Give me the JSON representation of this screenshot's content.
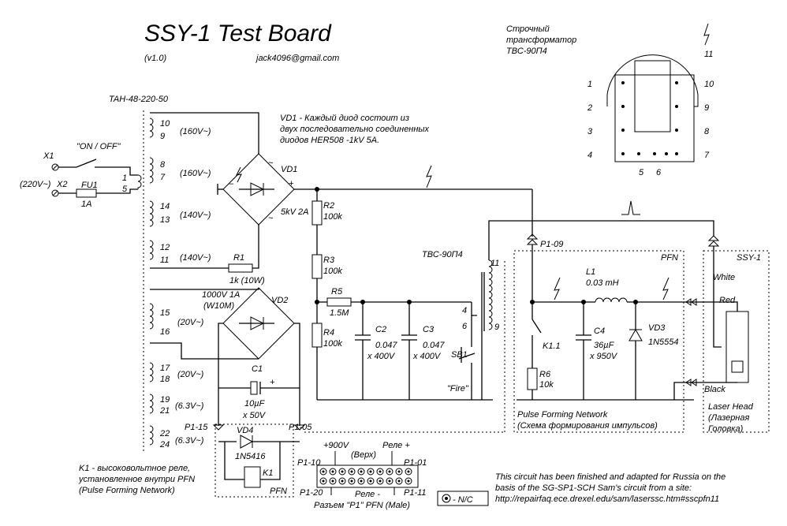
{
  "title": "SSY-1 Test Board",
  "version": "(v1.0)",
  "email": "jack4096@gmail.com",
  "transformer_main": "TAH-48-220-50",
  "vd1_note": [
    "VD1 - Каждый диод состоит из",
    "двух последовательно соединенных",
    "диодов HER508 -1kV 5A."
  ],
  "line_transformer": [
    "Строчный",
    "трансформатор",
    "ТВС-90П4"
  ],
  "tvs_pins": {
    "left": [
      "1",
      "2",
      "3",
      "4"
    ],
    "right": [
      "10",
      "9",
      "8",
      "7"
    ],
    "bottom": [
      "5",
      "6"
    ],
    "top": "11"
  },
  "switch_label": "\"ON / OFF\"",
  "x1": "X1",
  "x2": "X2",
  "mains": "(220V~)",
  "fu1": "FU1",
  "fu1_value": "1A",
  "primary_pins": [
    "1",
    "5"
  ],
  "secondary": {
    "pins": [
      "10",
      "9",
      "8",
      "7",
      "14",
      "13",
      "12",
      "11",
      "15",
      "16",
      "17",
      "18",
      "19",
      "21",
      "22",
      "24"
    ],
    "voltages": [
      "(160V~)",
      "(160V~)",
      "(140V~)",
      "(140V~)",
      "(20V~)",
      "(20V~)",
      "(6.3V~)",
      "(6.3V~)"
    ]
  },
  "vd1": {
    "name": "VD1",
    "rating": "5kV 2A",
    "minus": "–",
    "plus": "+",
    "ac": "~"
  },
  "r1": {
    "name": "R1",
    "value": "1k (10W)"
  },
  "vd2": {
    "name": "VD2",
    "rating": [
      "1000V 1A",
      "(W10M)"
    ]
  },
  "c1": {
    "name": "C1",
    "value": [
      "10µF",
      "x 50V"
    ],
    "plus": "+"
  },
  "vd4": {
    "name": "VD4",
    "value": "1N5416"
  },
  "k1_coil": "K1",
  "p1_15": "P1-15",
  "p1_05": "P1-05",
  "pfn_small": "PFN",
  "k1_note": [
    "K1 - высоковольтное реле,",
    "установленное внутри PFN",
    "(Pulse Forming Network)"
  ],
  "r2": {
    "name": "R2",
    "value": "100k"
  },
  "r3": {
    "name": "R3",
    "value": "100k"
  },
  "r4": {
    "name": "R4",
    "value": "100k"
  },
  "r5": {
    "name": "R5",
    "value": "1.5M"
  },
  "c2": {
    "name": "C2",
    "value": [
      "0.047",
      "x 400V"
    ]
  },
  "c3": {
    "name": "C3",
    "value": [
      "0.047",
      "x 400V"
    ]
  },
  "tvs_symbol": {
    "name": "ТВС-90П4",
    "pins": [
      "11",
      "4",
      "6",
      "9"
    ]
  },
  "sb1": {
    "name": "SB1",
    "label": "\"Fire\""
  },
  "p1_09": "P1-09",
  "pfn": {
    "label": "PFN",
    "caption": [
      "Pulse Forming Network",
      "(Схема формирования импульсов)"
    ]
  },
  "l1": {
    "name": "L1",
    "value": "0.03 mH"
  },
  "k11": "K1.1",
  "r6": {
    "name": "R6",
    "value": "10k"
  },
  "c4": {
    "name": "C4",
    "value": [
      "36µF",
      "x 950V"
    ]
  },
  "vd3": {
    "name": "VD3",
    "value": "1N5554"
  },
  "laser": {
    "label": "SSY-1",
    "white": "White",
    "red": "Red",
    "black": "Black",
    "caption": [
      "Laser Head",
      "(Лазерная",
      "Головка)"
    ]
  },
  "connector": {
    "v900": "+900V",
    "relay_plus": "Реле +",
    "top": "(Верх)",
    "p1_10": "P1-10",
    "p1_01": "P1-01",
    "p1_20": "P1-20",
    "p1_11": "P1-11",
    "relay_minus": "Реле -",
    "caption": "Разъем \"P1\" PFN (Male)",
    "nc": "- N/C"
  },
  "credit": [
    "This circuit has been finished and adapted for Russia on the",
    "basis of the SG-SP1-SCH Sam's circuit from a site:",
    "http://repairfaq.ece.drexel.edu/sam/laserssc.htm#sscpfn11"
  ]
}
